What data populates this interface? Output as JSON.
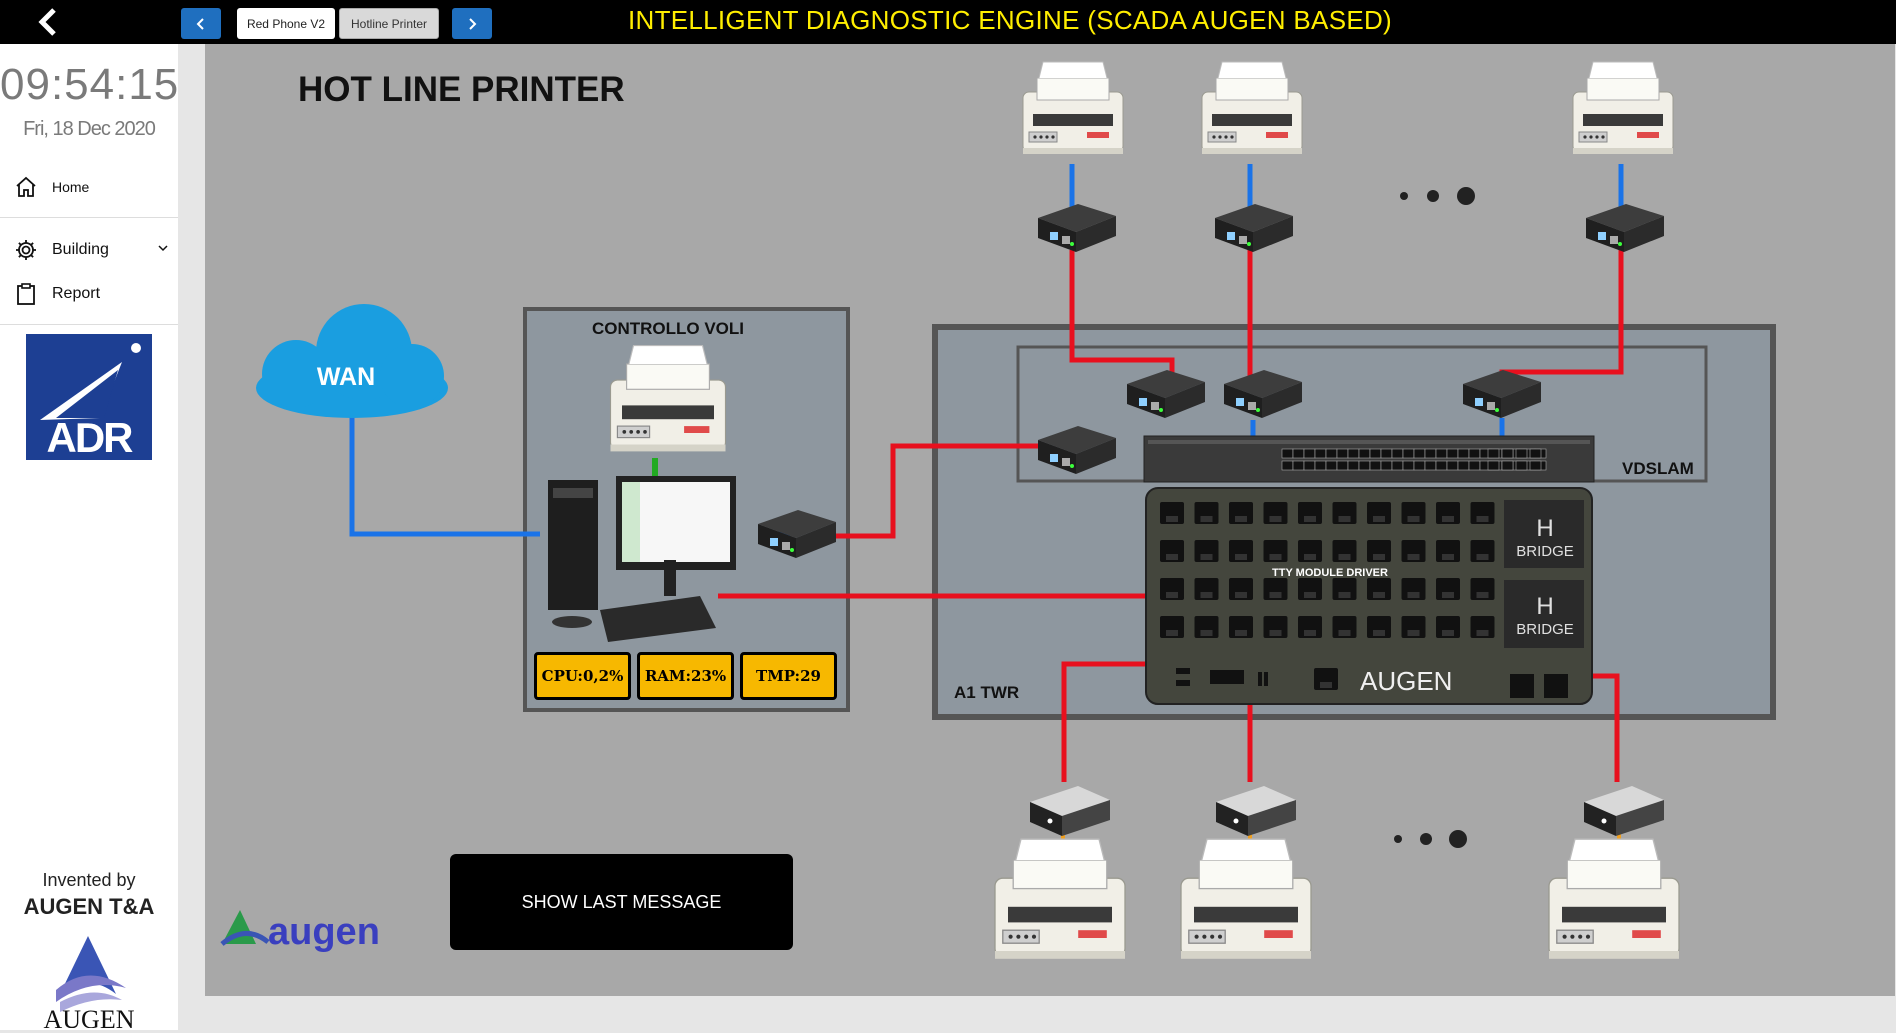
{
  "header": {
    "title": "INTELLIGENT DIAGNOSTIC ENGINE (SCADA AUGEN BASED)",
    "tabs": [
      {
        "label": "Red Phone V2",
        "active": true
      },
      {
        "label": "Hotline Printer",
        "active": false
      }
    ]
  },
  "sidebar": {
    "time": "09:54:15",
    "date": "Fri, 18 Dec 2020",
    "items": [
      {
        "label": "Home",
        "icon": "home-icon"
      },
      {
        "label": "Building",
        "icon": "gear-icon"
      },
      {
        "label": "Report",
        "icon": "clipboard-icon"
      }
    ],
    "client_logo": "ADR",
    "credit_line": "Invented by",
    "credit_company": "AUGEN T&A",
    "brand_logo": "AUGEN"
  },
  "diagram": {
    "page_title": "HOT LINE PRINTER",
    "cloud_label": "WAN",
    "station_title": "CONTROLLO VOLI",
    "meters": {
      "cpu": "CPU:0,2%",
      "ram": "RAM:23%",
      "tmp": "TMP:29"
    },
    "vdslam_label": "VDSLAM",
    "tower_label": "A1 TWR",
    "tty_label": "TTY MODULE DRIVER",
    "bridge_top": "H",
    "bridge_label": "BRIDGE",
    "device_brand": "AUGEN",
    "bottom_logo": "augen",
    "show_button": "SHOW LAST MESSAGE"
  },
  "colors": {
    "title_yellow": "#ffee00",
    "link_red": "#e8101e",
    "link_blue": "#1a73e8",
    "meter_amber": "#f7b800",
    "cloud_blue": "#1a9ee0"
  }
}
